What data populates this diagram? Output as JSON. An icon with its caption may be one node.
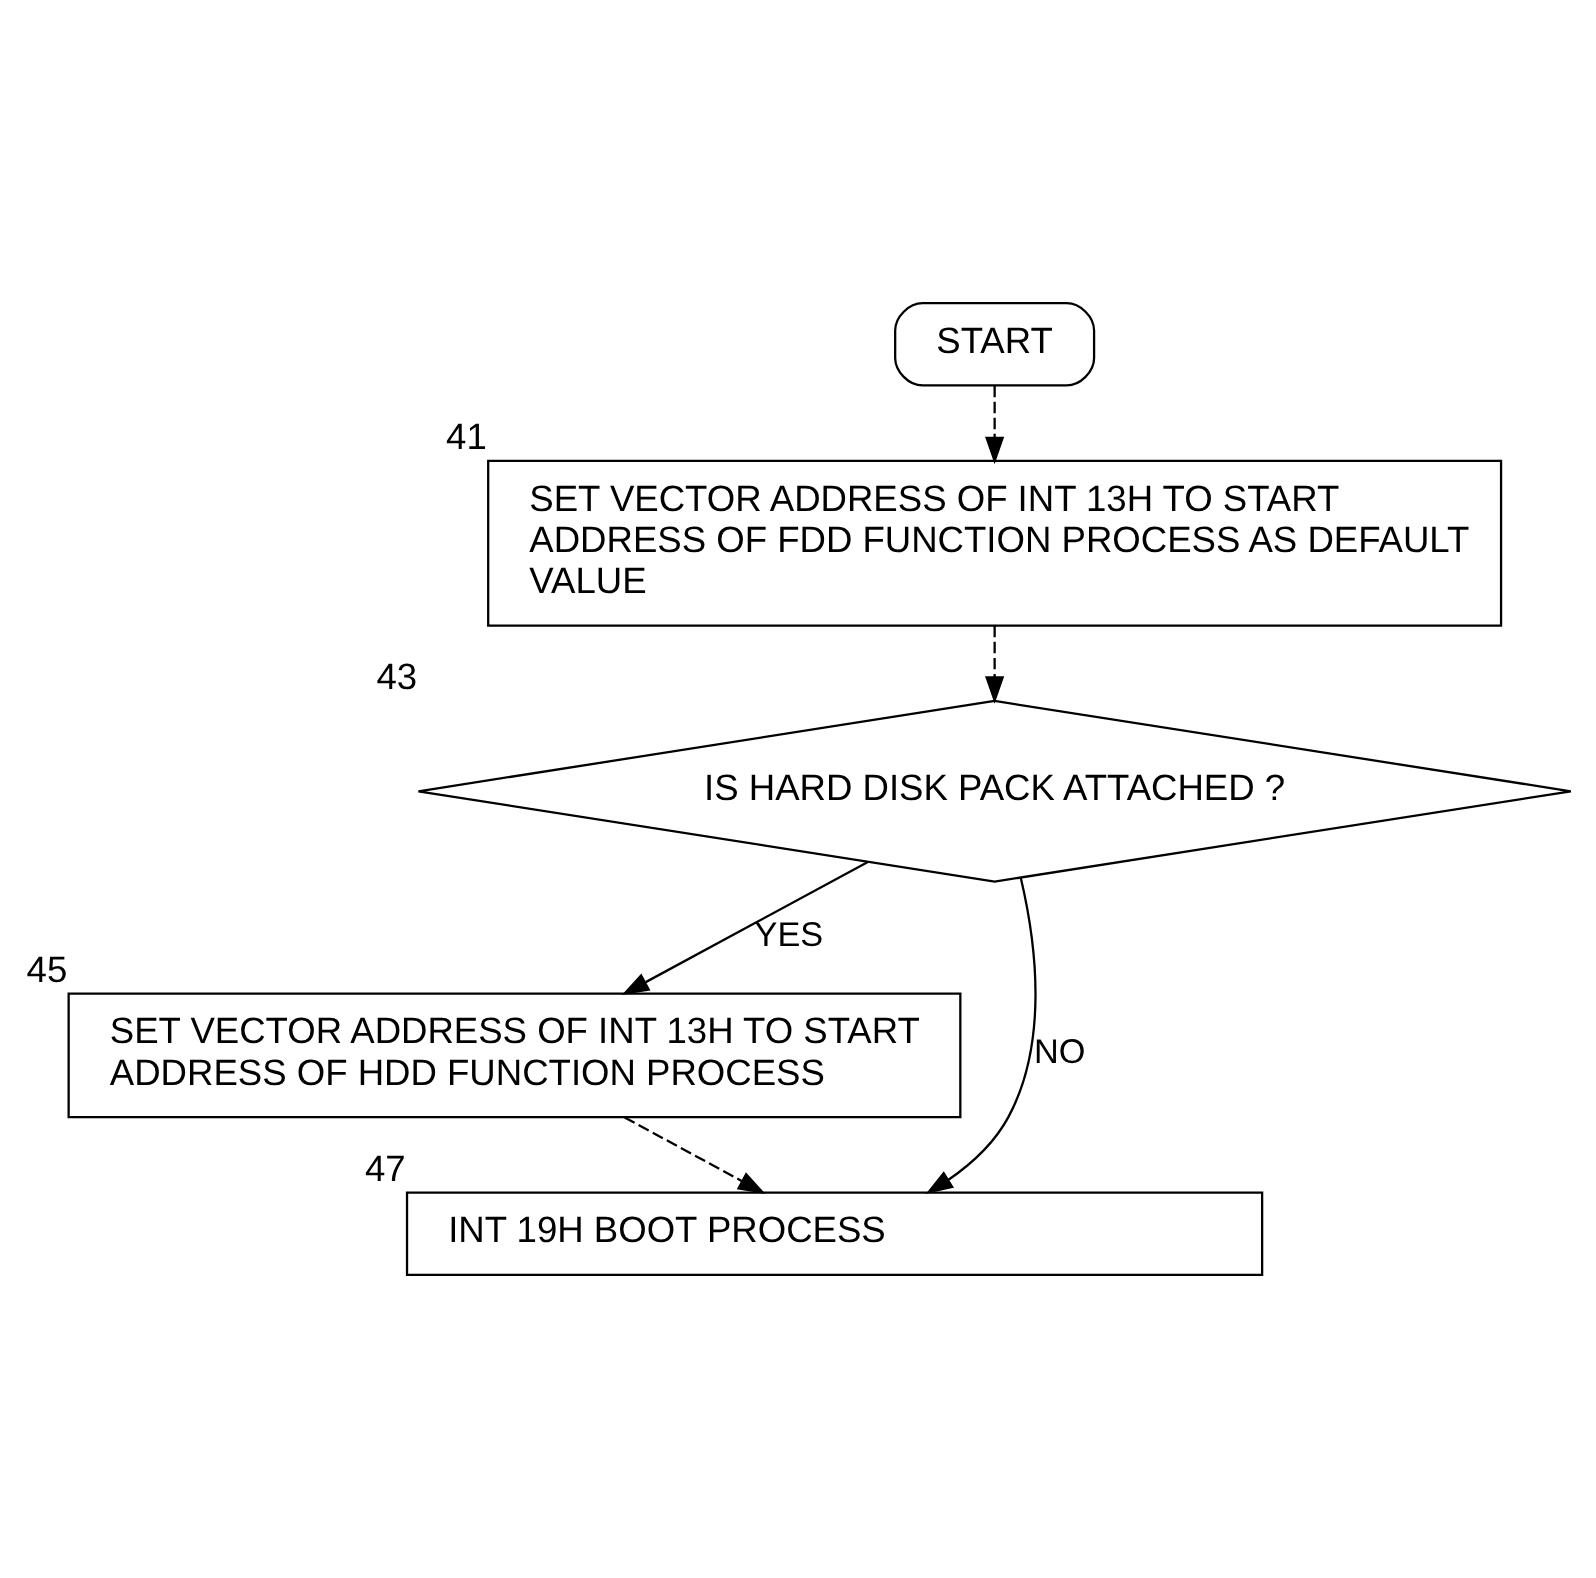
{
  "diagram": {
    "nodes": [
      {
        "text": [
          "START"
        ]
      },
      {
        "text": [
          "SET VECTOR ADDRESS OF INT 13H TO START ADDRESS OF FDD FUNCTION PROCESS AS DEFAULT VALUE"
        ],
        "beside": [
          "41"
        ]
      },
      {
        "text": [
          "IS HARD DISK PACK ATTACHED ?"
        ],
        "beside": [
          "43"
        ]
      },
      {
        "text": [
          "SET VECTOR ADDRESS OF INT 13H TO START ADDRESS OF HDD FUNCTION PROCESS"
        ],
        "beside": [
          "45"
        ]
      },
      {
        "text": [
          "INT 19H BOOT PROCESS"
        ],
        "beside": [
          "47"
        ]
      }
    ],
    "edges": [
      {
        "from": 0,
        "to": 1,
        "arrow": "to",
        "style": "dashed"
      },
      {
        "from": 1,
        "to": 2,
        "arrow": "to",
        "style": "dashed"
      },
      {
        "from": 2,
        "to": 3,
        "arrow": "to",
        "label": "YES"
      },
      {
        "from": 2,
        "to": 4,
        "arrow": "to",
        "label": "NO"
      },
      {
        "from": 3,
        "to": 4,
        "arrow": "to",
        "style": "dashed"
      }
    ]
  }
}
